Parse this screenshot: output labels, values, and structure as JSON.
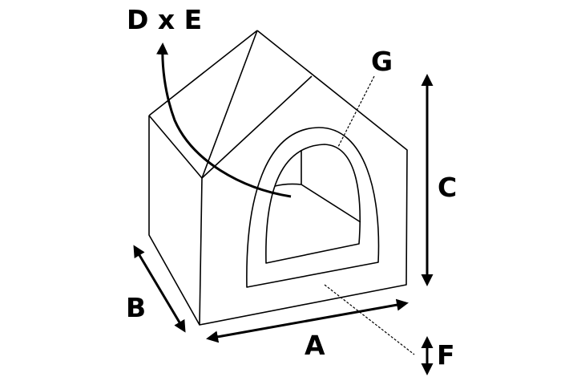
{
  "labels": {
    "d_x_e": "D x E",
    "g": "G",
    "c": "C",
    "b": "B",
    "a": "A",
    "f": "F"
  },
  "colors": {
    "stroke": "#000000",
    "background": "#ffffff"
  }
}
